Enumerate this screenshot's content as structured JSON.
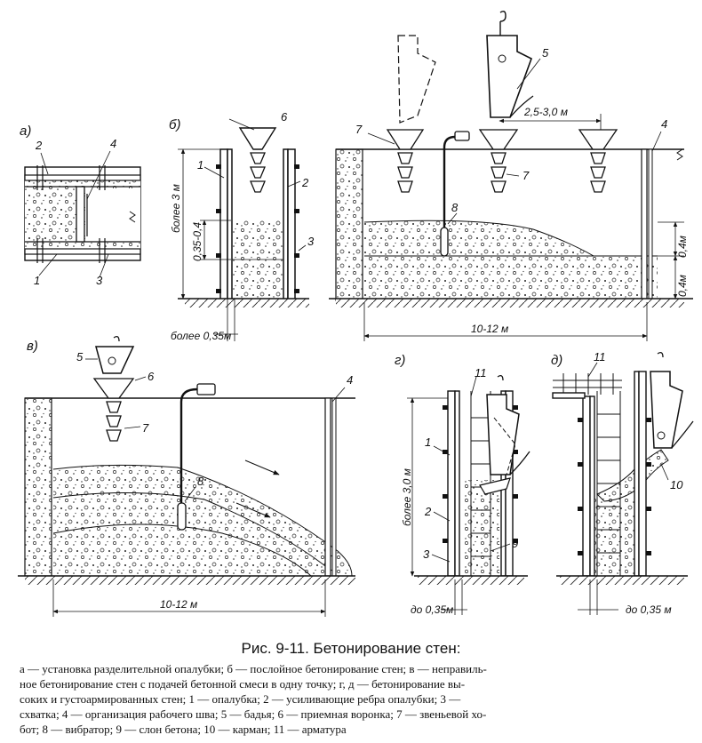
{
  "figure": {
    "caption": "Рис. 9-11. Бетонирование стен:",
    "legend_lines": [
      "а — установка разделительной опалубки; б — послойное бетонирование стен; в — неправиль-",
      "ное бетонирование стен с подачей бетонной смеси в одну точку; г, д — бетонирование вы-",
      "соких и густоармированных стен; 1 — опалубка; 2 — усиливающие ребра опалубки; 3 —",
      "схватка; 4 — организация рабочего шва; 5 — бадья; 6 — приемная воронка; 7 — звеньевой хо-",
      "бот; 8 — вибратор; 9 — слон бетона; 10 — карман; 11 — арматура"
    ]
  },
  "panels": {
    "a": {
      "letter": "а)",
      "callouts": [
        "2",
        "4",
        "1",
        "3"
      ]
    },
    "b": {
      "letter": "б)",
      "callouts": [
        "6",
        "1",
        "2",
        "3"
      ],
      "dims": [
        "более 3 м",
        "0,35-0,4",
        "более 0,35м"
      ]
    },
    "b2": {
      "callouts": [
        "7",
        "5",
        "7",
        "8",
        "4"
      ],
      "dims": [
        "2,5-3,0 м",
        "0,4м",
        "0,4м",
        "10-12 м"
      ]
    },
    "v": {
      "letter": "в)",
      "callouts": [
        "5",
        "6",
        "7",
        "8",
        "4"
      ],
      "dims": [
        "10-12 м"
      ]
    },
    "g": {
      "letter": "г)",
      "callouts": [
        "11",
        "1",
        "2",
        "3",
        "9"
      ],
      "dims": [
        "более 3,0 м",
        "до 0,35м"
      ]
    },
    "d": {
      "letter": "д)",
      "callouts": [
        "11",
        "10"
      ],
      "dims": [
        "до 0,35 м"
      ]
    }
  }
}
